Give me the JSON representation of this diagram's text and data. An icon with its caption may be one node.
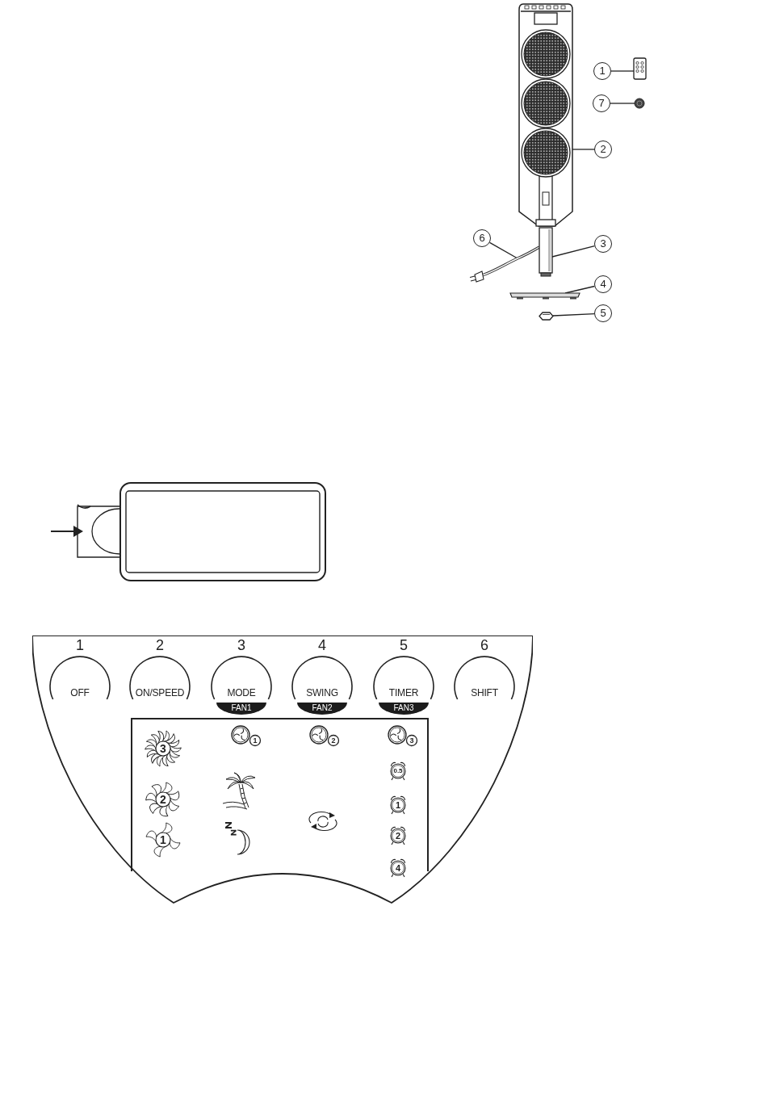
{
  "diagram": {
    "nodes": [
      {
        "text": [],
        "shape": "picture"
      },
      {
        "text": [
          "1"
        ]
      },
      {
        "text": [],
        "shape": "picture"
      },
      {
        "text": [
          "7"
        ]
      },
      {
        "text": [],
        "shape": "picture"
      },
      {
        "text": [
          "2"
        ]
      },
      {
        "text": [
          "6"
        ]
      },
      {
        "text": [],
        "shape": "picture"
      },
      {
        "text": [
          "3"
        ]
      },
      {
        "text": [],
        "shape": "bar"
      },
      {
        "text": [
          "4"
        ]
      },
      {
        "text": [],
        "shape": "bar"
      },
      {
        "text": [
          "5"
        ]
      },
      {
        "text": [],
        "shape": "picture"
      },
      {
        "text": [],
        "shape": "box"
      },
      {
        "text": [
          "1",
          "OFF"
        ],
        "in": 14
      },
      {
        "text": [
          "2",
          "ON/SPEED"
        ],
        "in": 14
      },
      {
        "text": [
          "3",
          "MODE"
        ],
        "in": 14
      },
      {
        "text": [
          "4",
          "SWING"
        ],
        "in": 14
      },
      {
        "text": [
          "5",
          "TIMER"
        ],
        "in": 14
      },
      {
        "text": [
          "6",
          "SHIFT"
        ],
        "in": 14
      },
      {
        "text": [
          "FAN1"
        ],
        "in": 14
      },
      {
        "text": [
          "FAN2"
        ],
        "in": 14
      },
      {
        "text": [
          "FAN3"
        ],
        "in": 14
      }
    ],
    "edges": [
      {
        "from": 1,
        "to": 2,
        "arrow": "none"
      },
      {
        "from": 3,
        "to": 4,
        "arrow": "none"
      },
      {
        "from": 5,
        "to": 0,
        "arrow": "none"
      },
      {
        "from": 6,
        "to": 7,
        "arrow": "none"
      },
      {
        "from": 8,
        "to": 9,
        "arrow": "none"
      },
      {
        "from": 10,
        "to": 11,
        "arrow": "none"
      },
      {
        "from": 12,
        "to": 13,
        "arrow": "none"
      }
    ],
    "labels": [
      "3",
      "1",
      "2",
      "3",
      "0.5",
      "2",
      "1",
      "1",
      "2",
      "4"
    ]
  }
}
